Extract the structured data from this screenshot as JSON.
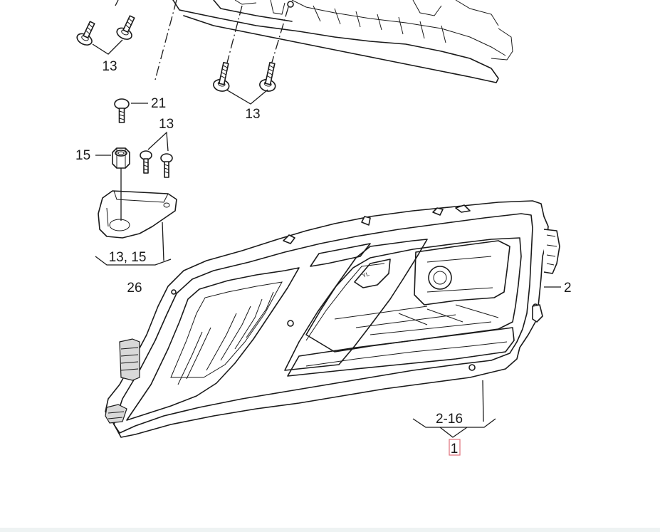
{
  "diagram": {
    "callouts": {
      "screws_left_top": "13",
      "screws_mid_top": "13",
      "screw_21": "21",
      "screws_pair": "13",
      "nut_15": "15",
      "bracket_group": "13, 15",
      "bracket": "26",
      "housing_side": "2",
      "headlight_group": "2-16",
      "headlight": "1"
    },
    "highlight_color": "#e0707a"
  }
}
